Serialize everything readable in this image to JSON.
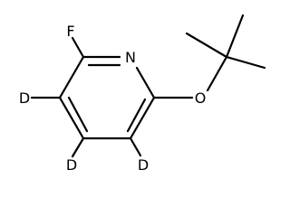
{
  "molecule": {
    "atoms": [
      {
        "id": "F",
        "label": "F"
      },
      {
        "id": "N",
        "label": "N"
      },
      {
        "id": "O",
        "label": "O"
      },
      {
        "id": "D3",
        "label": "D"
      },
      {
        "id": "D4",
        "label": "D"
      },
      {
        "id": "D5",
        "label": "D"
      }
    ]
  }
}
